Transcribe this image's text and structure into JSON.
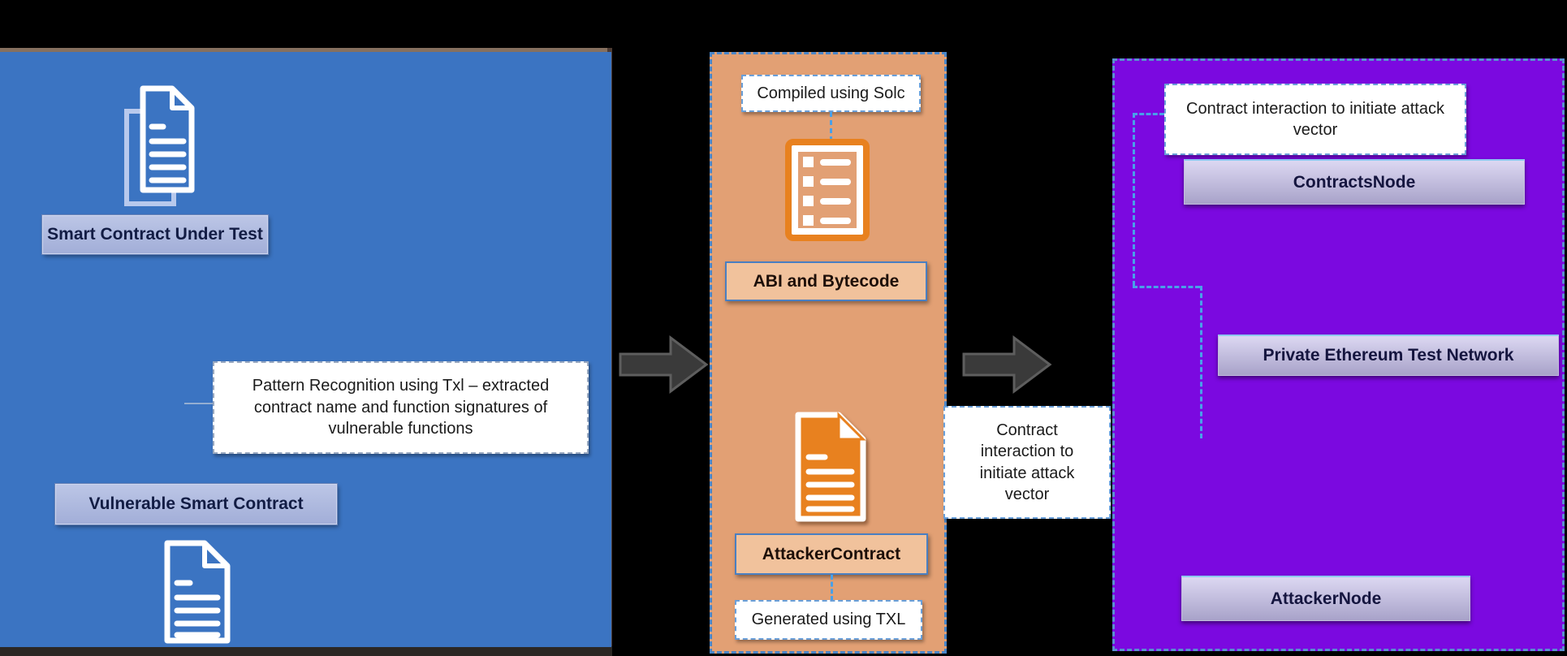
{
  "left_panel": {
    "smart_contract_label": "Smart Contract Under Test",
    "pattern_note": "Pattern Recognition using Txl – extracted contract name and function signatures of vulnerable functions",
    "vulnerable_label": "Vulnerable Smart Contract"
  },
  "middle_panel": {
    "compiled_note": "Compiled using Solc",
    "abi_label": "ABI and Bytecode",
    "attacker_contract_label": "AttackerContract",
    "generated_note": "Generated using TXL"
  },
  "connector_note": "Contract interaction to initiate attack vector",
  "right_panel": {
    "interaction_note": "Contract interaction to initiate attack vector",
    "contracts_node_label": "ContractsNode",
    "network_label": "Private Ethereum Test Network",
    "attacker_node_label": "AttackerNode"
  },
  "colors": {
    "left_panel_bg": "#3b74c2",
    "middle_panel_bg": "#e2a074",
    "right_panel_bg": "#7b09e0",
    "icon_orange": "#e8811f",
    "arrow_fill": "#3a3a3a",
    "dashed_connector": "#49a0e8",
    "badge_navy_text": "#121c44"
  }
}
